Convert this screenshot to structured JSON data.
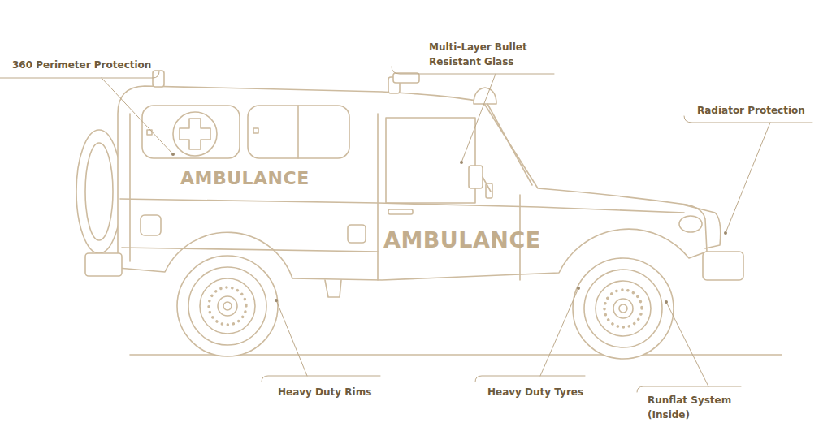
{
  "diagram": {
    "labels": [
      "360 Perimeter Protection",
      "Multi-Layer Bullet Resistant Glass",
      "Radiator Protection",
      "AMBULANCE",
      "AMBULANCE",
      "Heavy Duty Rims",
      "Heavy Duty Tyres",
      "Runflat System (Inside)"
    ]
  }
}
